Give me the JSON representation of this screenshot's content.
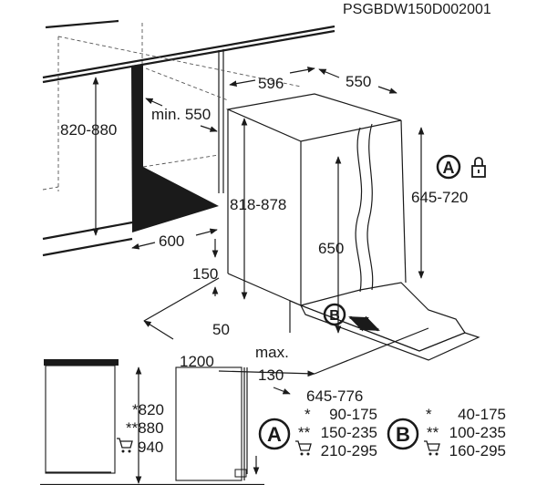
{
  "code": "PSGBDW150D002001",
  "dimensions": {
    "width": "596",
    "depth": "550",
    "niche_depth": "min. 550",
    "niche_height": "820-880",
    "niche_width": "600",
    "appliance_height": "818-878",
    "door_height": "645-720",
    "door_inner": "650",
    "plinth": "150",
    "gap": "50",
    "door_swing": "1200",
    "max_label": "max.",
    "max_value": "130",
    "b_range": "645-776"
  },
  "badge_a": "A",
  "badge_b": "B",
  "side": {
    "h1": "*820",
    "h2": "**880",
    "h3": "940"
  },
  "table_a": {
    "label": "A",
    "rows": [
      {
        "mark": "*",
        "value": "90-175"
      },
      {
        "mark": "**",
        "value": "150-235"
      },
      {
        "mark": "cart",
        "value": "210-295"
      }
    ]
  },
  "table_b": {
    "label": "B",
    "rows": [
      {
        "mark": "*",
        "value": "40-175"
      },
      {
        "mark": "**",
        "value": "100-235"
      },
      {
        "mark": "cart",
        "value": "160-295"
      }
    ]
  },
  "icons": [
    "lock-icon",
    "cart-icon",
    "arrow-icon"
  ]
}
